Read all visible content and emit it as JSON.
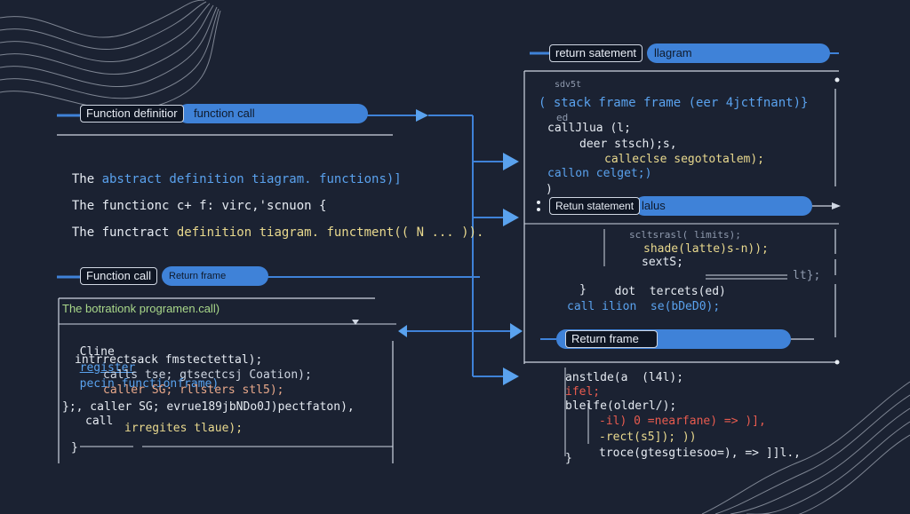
{
  "left_panel": {
    "header_box_label": "Function definitior",
    "header_pill_label": "function call",
    "body_lines": [
      {
        "a": "The ",
        "b": "abstract definition tiagram. functions)]"
      },
      {
        "a": "The functionc c+ ",
        "b": "f: virc,'scnuon {"
      },
      {
        "a": "The functract ",
        "b": "definition tiagram. functment(( N ... ))."
      }
    ]
  },
  "call_panel": {
    "header_box_label": "Function call",
    "header_pill_label": "Return frame",
    "subtitle": "The botrationk programen.call)",
    "line_intro": "Cline",
    "line_register": "register",
    "line_rest": "pecin functionframe)",
    "code_lines": [
      "intrrectsack fmstectettal);",
      "calls tse; gtsectcsj Coation);",
      "caller SG; rllsters stl5);",
      "};, caller SG; evrue189jbNDo0J)pectfaton),",
      "call",
      "irregites tlaue);",
      "}"
    ]
  },
  "right_panel": {
    "header_box_label": "return satement",
    "header_pill_label": "llagram",
    "code_top": [
      "sdv5t",
      "( stack frame frame (eer 4jctfnant)}",
      "ed",
      "callJlua (l;",
      "deer stsch);s,",
      "calleclse segototalem);",
      "callon celget;)",
      ")"
    ],
    "mid_box_label": "Retun statement",
    "mid_pill_label": "lalus",
    "code_mid": [
      "scltsrasl( limits);",
      "shade(latte)s-n));",
      "sextS;",
      "dot  tercets(ed)",
      "}",
      "call ilion  se(bDeD0);"
    ],
    "mid_mid_tail": "lt};",
    "return_box_label": "Return frame",
    "code_bottom": [
      "anstlde(a  (l4l);",
      "ifel;",
      "blelfe(olderl/);",
      "-il) 0 =nearfane) => )],",
      "-rect(s5]); ))",
      "troce(gtesgtiesoo=), => ]]l.,",
      "}"
    ]
  }
}
